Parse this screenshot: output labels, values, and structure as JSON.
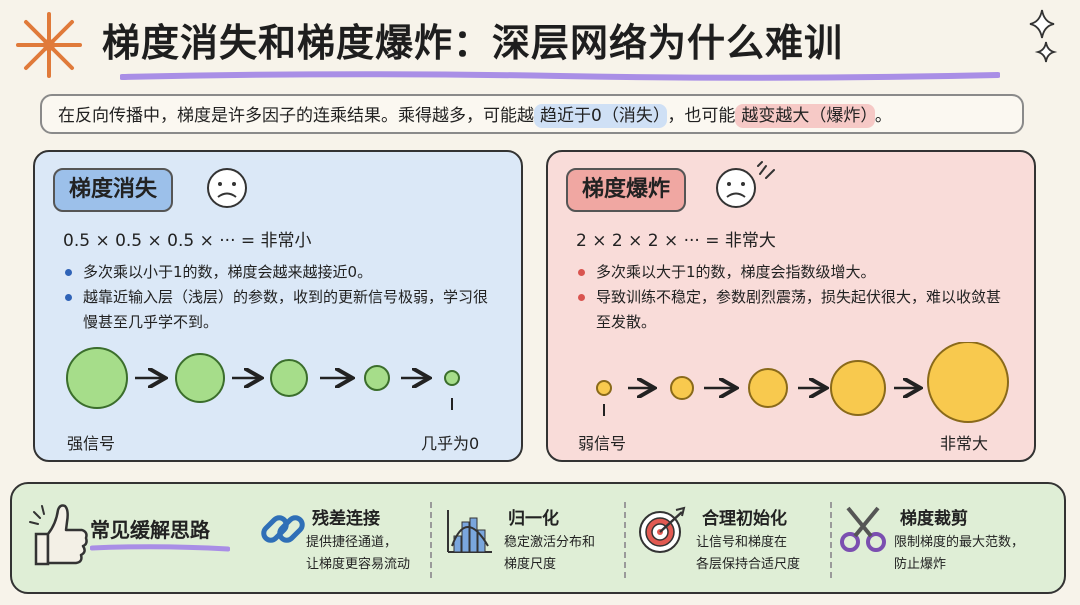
{
  "title": "梯度消失和梯度爆炸：深层网络为什么难训",
  "intro": {
    "text_before": "在反向传播中，梯度是许多因子的连乘结果。乘得越多，可能越",
    "highlight_vanish": "趋近于0（消失）",
    "text_middle": "，也可能",
    "highlight_explode": "越变越大（爆炸）",
    "text_after": "。"
  },
  "vanishing": {
    "tag": "梯度消失",
    "formula": "0.5 × 0.5 × 0.5 × ··· = 非常小",
    "bullets": [
      "多次乘以小于1的数，梯度会越来越接近0。",
      "越靠近输入层（浅层）的参数，收到的更新信号极弱，学习很慢甚至几乎学不到。"
    ],
    "label_start": "强信号",
    "label_end": "几乎为0"
  },
  "exploding": {
    "tag": "梯度爆炸",
    "formula": "2 × 2 × 2 × ··· = 非常大",
    "bullets": [
      "多次乘以大于1的数，梯度会指数级增大。",
      "导致训练不稳定，参数剧烈震荡，损失起伏很大，难以收敛甚至发散。"
    ],
    "label_start": "弱信号",
    "label_end": "非常大"
  },
  "solutions": {
    "title": "常见缓解思路",
    "items": [
      {
        "title": "残差连接",
        "desc1": "提供捷径通道，",
        "desc2": "让梯度更容易流动",
        "icon": "chain-link-icon"
      },
      {
        "title": "归一化",
        "desc1": "稳定激活分布和",
        "desc2": "梯度尺度",
        "icon": "histogram-icon"
      },
      {
        "title": "合理初始化",
        "desc1": "让信号和梯度在",
        "desc2": "各层保持合适尺度",
        "icon": "target-icon"
      },
      {
        "title": "梯度裁剪",
        "desc1": "限制梯度的最大范数，",
        "desc2": "防止爆炸",
        "icon": "scissors-icon"
      }
    ]
  },
  "colors": {
    "vanish_panel": "#dbe8f7",
    "explode_panel": "#f9dcd9",
    "green_circle": "#a6dd8a",
    "yellow_circle": "#f8c94e",
    "bottom_bar": "#dfeed6",
    "underline": "#a98ee6"
  }
}
